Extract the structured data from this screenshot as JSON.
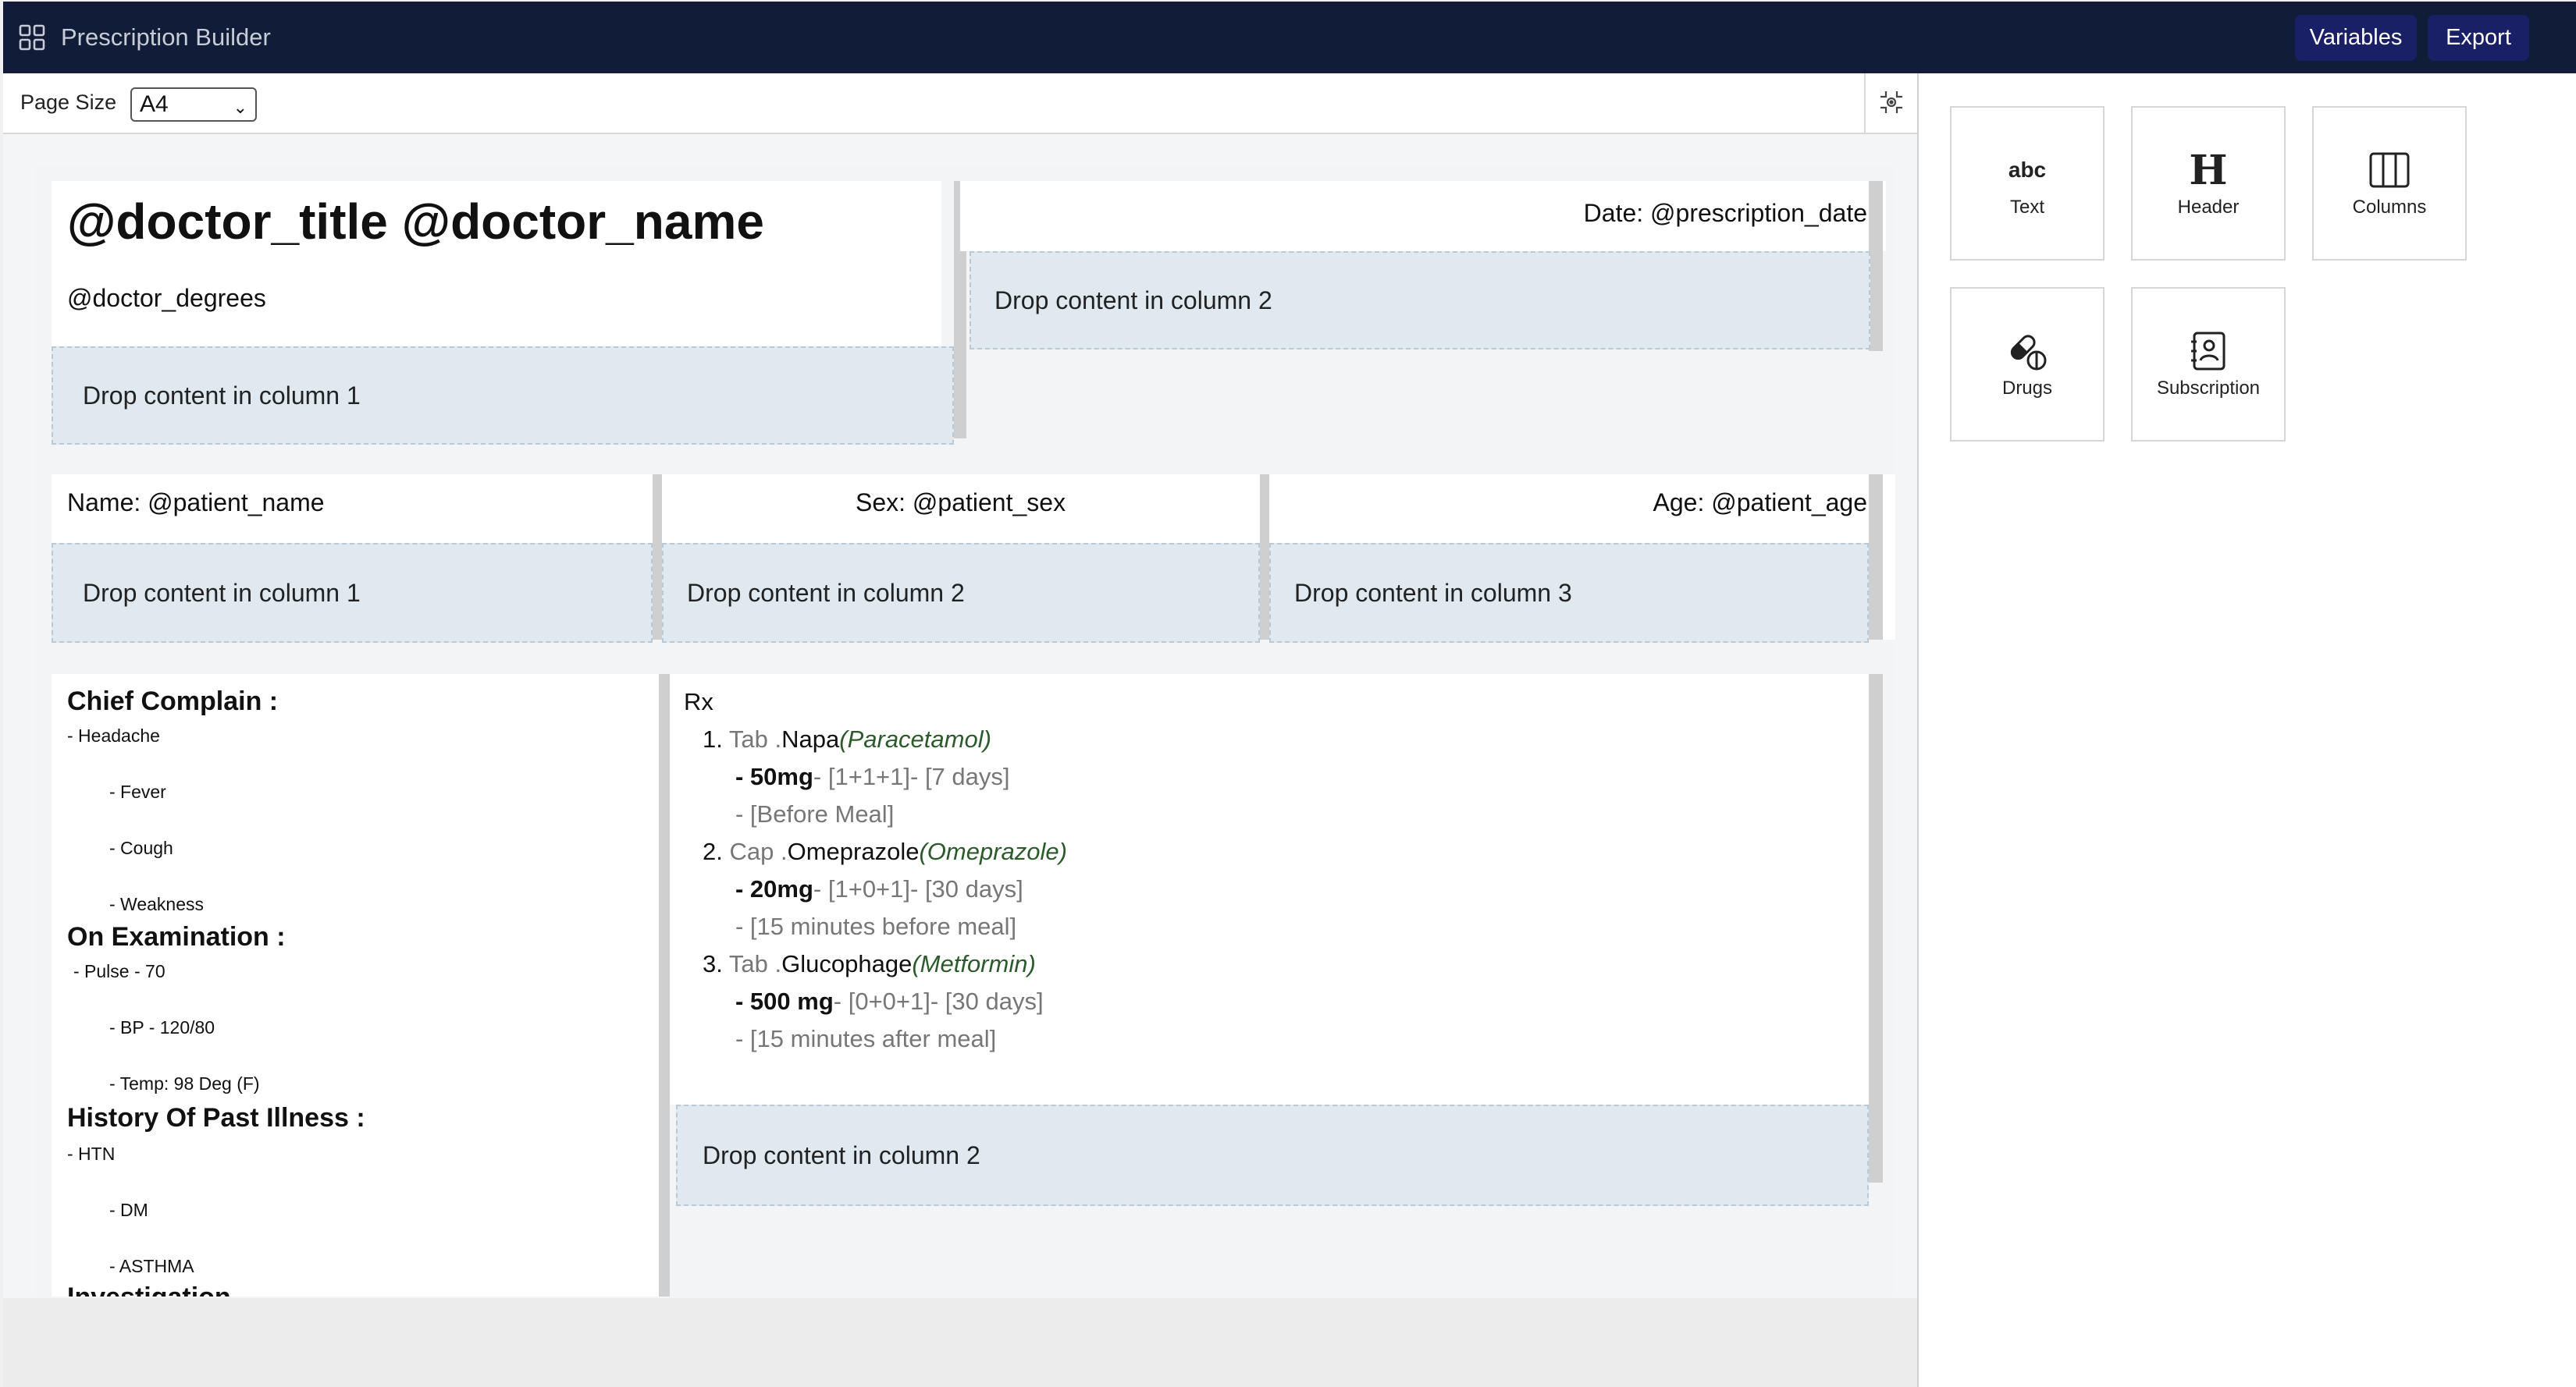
{
  "app": {
    "title": "Prescription Builder",
    "icon": "grid-icon"
  },
  "topbar": {
    "variables_label": "Variables",
    "export_label": "Export"
  },
  "toolbar": {
    "page_size_label": "Page Size",
    "page_size_value": "A4",
    "fullscreen_icon": "fullscreen-icon"
  },
  "header_section": {
    "doctor_line": "@doctor_title @doctor_name",
    "degrees": "@doctor_degrees",
    "date": "Date: @prescription_date",
    "drop_col1": "Drop content in column 1",
    "drop_col2": "Drop content in column 2"
  },
  "patient_section": {
    "name": "Name: @patient_name",
    "sex": "Sex: @patient_sex",
    "age": "Age: @patient_age",
    "drop_col1": "Drop content in column 1",
    "drop_col2": "Drop content in column 2",
    "drop_col3": "Drop content in column 3"
  },
  "clinical": {
    "chief_complain": {
      "heading": "Chief Complain :",
      "items": [
        "- Headache",
        "- Fever",
        "- Cough",
        "- Weakness"
      ]
    },
    "on_examination": {
      "heading": "On Examination :",
      "items": [
        "- Pulse - 70",
        "- BP - 120/80",
        "- Temp: 98 Deg (F)"
      ]
    },
    "history": {
      "heading": "History Of Past Illness :",
      "items": [
        "- HTN",
        "- DM",
        "- ASTHMA"
      ]
    },
    "next_heading": "Investigation"
  },
  "rx": {
    "title": "Rx",
    "drugs": [
      {
        "num": "1.",
        "form": "Tab .",
        "name": "Napa",
        "generic": "(Paracetamol)",
        "dose": "- 50mg",
        "schedule": "- [1+1+1]- [7 days]",
        "note": "- [Before Meal]"
      },
      {
        "num": "2.",
        "form": "Cap .",
        "name": "Omeprazole",
        "generic": "(Omeprazole)",
        "dose": "- 20mg",
        "schedule": "- [1+0+1]- [30 days]",
        "note": "- [15 minutes before meal]"
      },
      {
        "num": "3.",
        "form": "Tab .",
        "name": "Glucophage",
        "generic": "(Metformin)",
        "dose": "- 500 mg",
        "schedule": "- [0+0+1]- [30 days]",
        "note": "- [15 minutes after meal]"
      }
    ],
    "drop_col2": "Drop content in column 2"
  },
  "blocks": [
    {
      "label": "Text",
      "icon": "abc-text-icon",
      "glyph": "abc"
    },
    {
      "label": "Header",
      "icon": "header-icon",
      "glyph": "H"
    },
    {
      "label": "Columns",
      "icon": "columns-icon"
    },
    {
      "label": "Drugs",
      "icon": "pill-icon"
    },
    {
      "label": "Subscription",
      "icon": "contact-book-icon"
    }
  ],
  "colors": {
    "topbar_bg": "#101c38",
    "button_bg": "#1a2066",
    "drop_bg": "#e0e8f0"
  }
}
